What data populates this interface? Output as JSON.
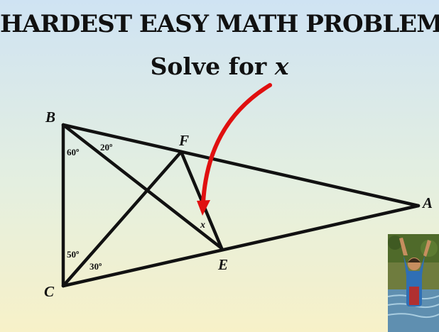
{
  "slide": {
    "title": "HARDEST EASY MATH PROBLEM",
    "subtitle_prefix": "Solve for ",
    "subtitle_variable": "x"
  },
  "diagram": {
    "vertices": {
      "A": "A",
      "B": "B",
      "C": "C",
      "E": "E",
      "F": "F"
    },
    "angles": {
      "angle_CBE": "60º",
      "angle_EBA": "20º",
      "angle_BCF": "50º",
      "angle_FCA": "30º",
      "unknown": "x"
    },
    "colors": {
      "arrow": "#e01010",
      "lines": "#111111"
    }
  }
}
